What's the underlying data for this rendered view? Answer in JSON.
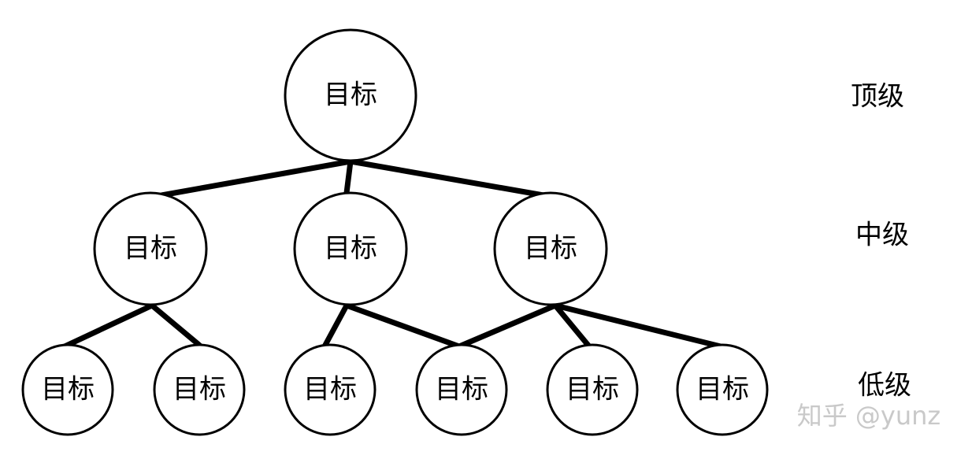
{
  "levels": {
    "top": "顶级",
    "middle": "中级",
    "low": "低级"
  },
  "nodes": {
    "top": "目标",
    "mid_1": "目标",
    "mid_2": "目标",
    "mid_3": "目标",
    "low_1": "目标",
    "low_2": "目标",
    "low_3": "目标",
    "low_4": "目标",
    "low_5": "目标",
    "low_6": "目标"
  },
  "edges": [
    [
      "top",
      "mid_1"
    ],
    [
      "top",
      "mid_2"
    ],
    [
      "top",
      "mid_3"
    ],
    [
      "mid_1",
      "low_1"
    ],
    [
      "mid_1",
      "low_2"
    ],
    [
      "mid_2",
      "low_3"
    ],
    [
      "mid_2",
      "low_4"
    ],
    [
      "mid_3",
      "low_4"
    ],
    [
      "mid_3",
      "low_5"
    ],
    [
      "mid_3",
      "low_6"
    ]
  ],
  "watermark": "知乎 @yunz"
}
